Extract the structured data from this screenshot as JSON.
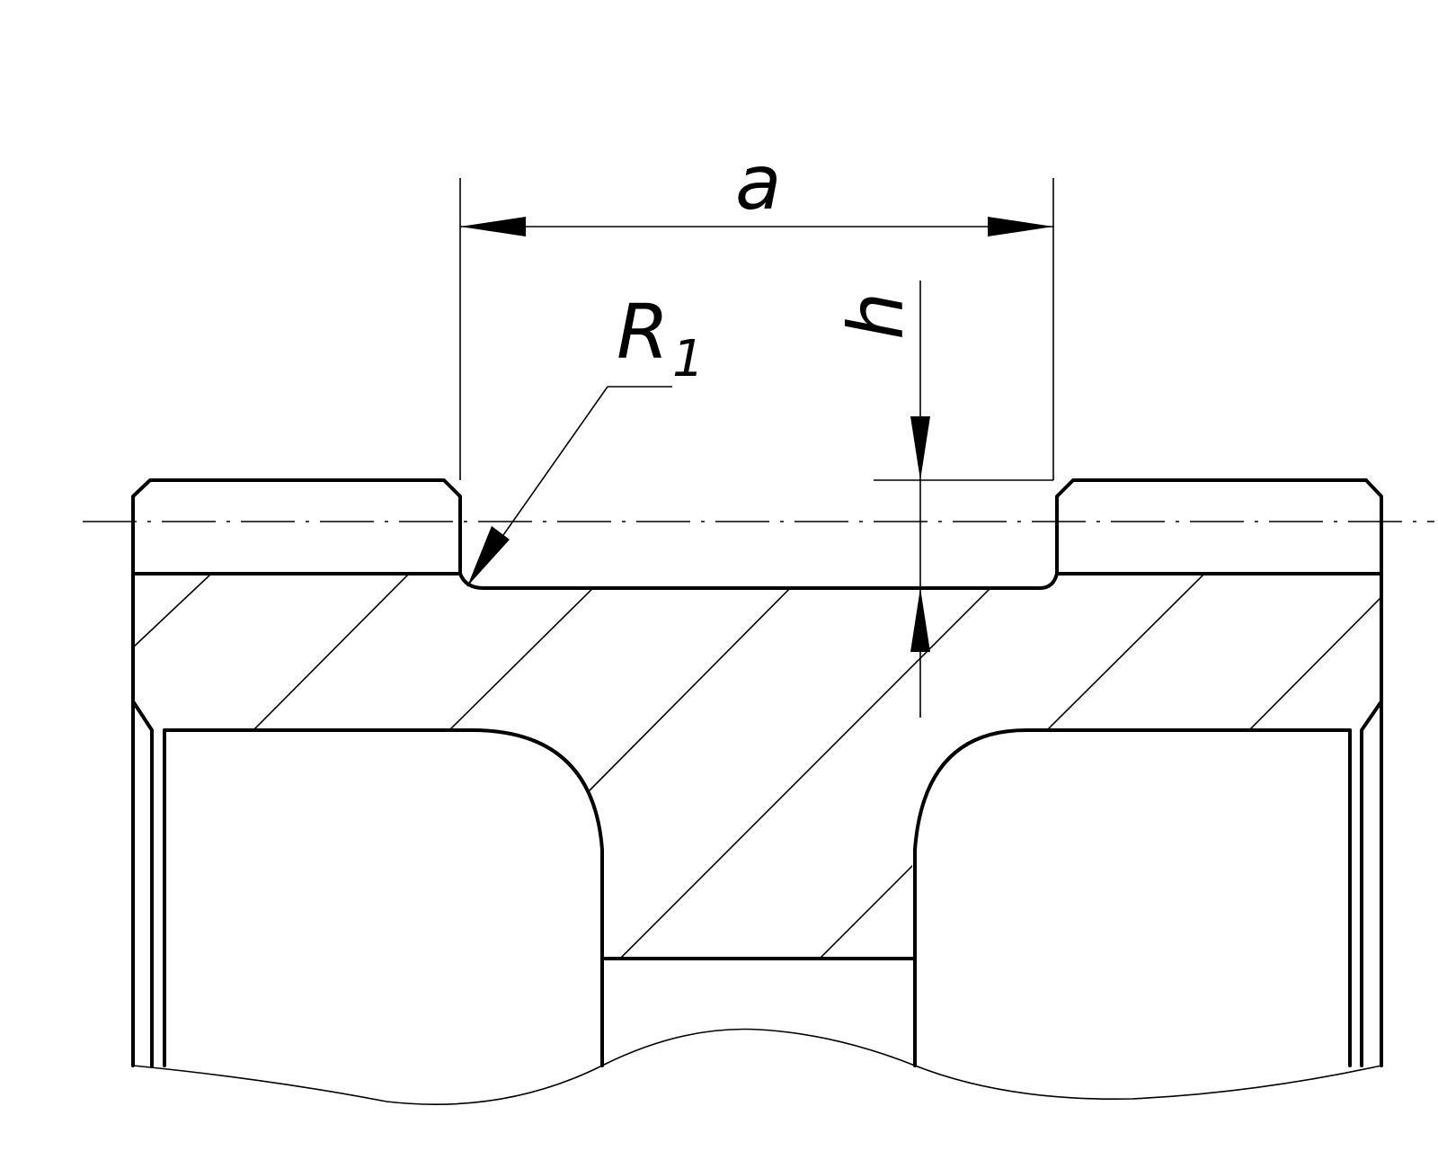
{
  "diagram": {
    "dimensions": {
      "width_label": "a",
      "height_label": "h",
      "radius_label": "R",
      "radius_subscript": "1"
    }
  }
}
